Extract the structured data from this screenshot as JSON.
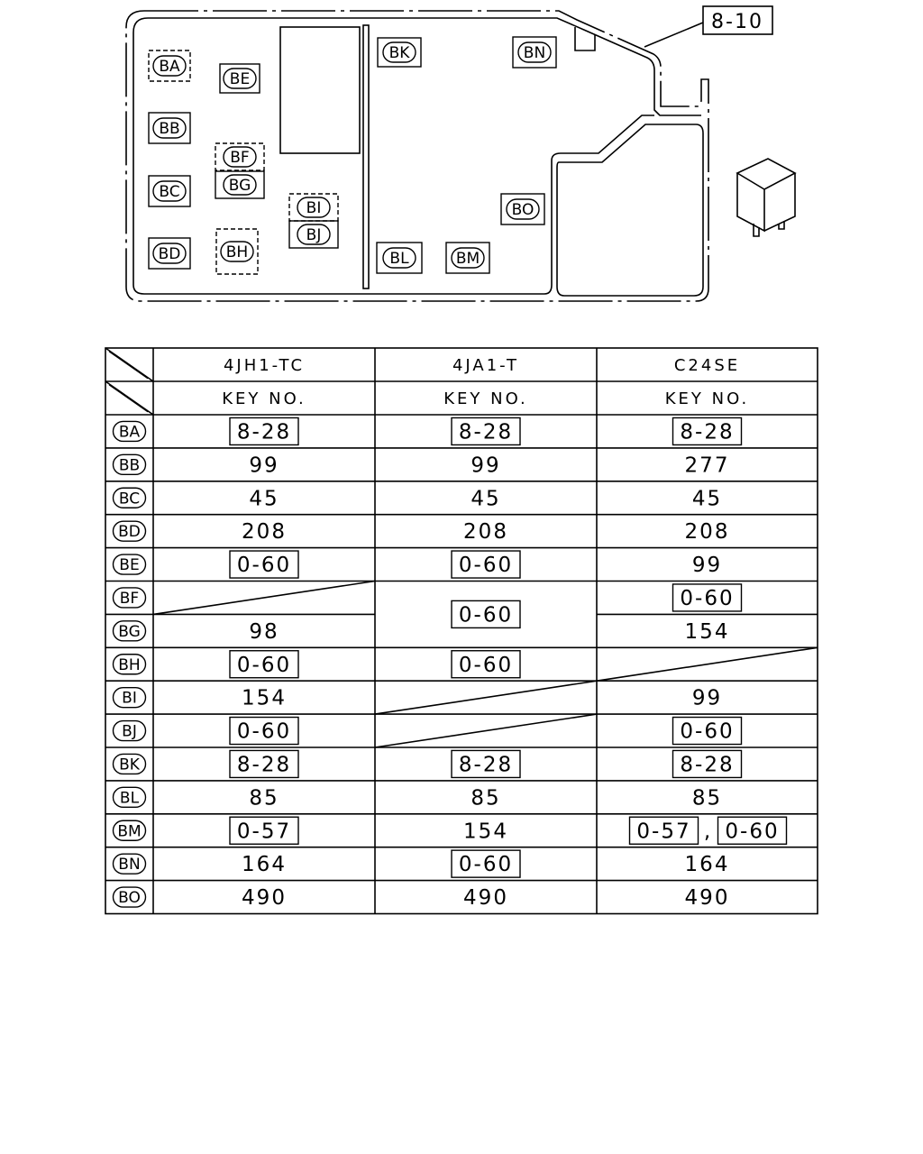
{
  "diagram": {
    "ref_label": "8-10",
    "labels": [
      "BA",
      "BB",
      "BC",
      "BD",
      "BE",
      "BF",
      "BG",
      "BH",
      "BI",
      "BJ",
      "BK",
      "BL",
      "BM",
      "BN",
      "BO"
    ]
  },
  "table": {
    "columns": [
      "4JH1-TC",
      "4JA1-T",
      "C24SE"
    ],
    "subheader": "KEY NO.",
    "rows": [
      {
        "label": "BA",
        "cells": [
          {
            "v": "8-28",
            "box": true
          },
          {
            "v": "8-28",
            "box": true
          },
          {
            "v": "8-28",
            "box": true
          }
        ]
      },
      {
        "label": "BB",
        "cells": [
          {
            "v": "99"
          },
          {
            "v": "99"
          },
          {
            "v": "277"
          }
        ]
      },
      {
        "label": "BC",
        "cells": [
          {
            "v": "45"
          },
          {
            "v": "45"
          },
          {
            "v": "45"
          }
        ]
      },
      {
        "label": "BD",
        "cells": [
          {
            "v": "208"
          },
          {
            "v": "208"
          },
          {
            "v": "208"
          }
        ]
      },
      {
        "label": "BE",
        "cells": [
          {
            "v": "0-60",
            "box": true
          },
          {
            "v": "0-60",
            "box": true
          },
          {
            "v": "99"
          }
        ]
      },
      {
        "label": "BF",
        "cells": [
          {
            "empty": true
          },
          {
            "v": "0-60",
            "box": true,
            "span": 2
          },
          {
            "v": "0-60",
            "box": true
          }
        ]
      },
      {
        "label": "BG",
        "cells": [
          {
            "v": "98"
          },
          null,
          {
            "v": "154"
          }
        ]
      },
      {
        "label": "BH",
        "cells": [
          {
            "v": "0-60",
            "box": true
          },
          {
            "v": "0-60",
            "box": true
          },
          {
            "empty": true
          }
        ]
      },
      {
        "label": "BI",
        "cells": [
          {
            "v": "154"
          },
          {
            "empty": true
          },
          {
            "v": "99"
          }
        ]
      },
      {
        "label": "BJ",
        "cells": [
          {
            "v": "0-60",
            "box": true
          },
          {
            "empty": true
          },
          {
            "v": "0-60",
            "box": true
          }
        ]
      },
      {
        "label": "BK",
        "cells": [
          {
            "v": "8-28",
            "box": true
          },
          {
            "v": "8-28",
            "box": true
          },
          {
            "v": "8-28",
            "box": true
          }
        ]
      },
      {
        "label": "BL",
        "cells": [
          {
            "v": "85"
          },
          {
            "v": "85"
          },
          {
            "v": "85"
          }
        ]
      },
      {
        "label": "BM",
        "cells": [
          {
            "v": "0-57",
            "box": true
          },
          {
            "v": "154"
          },
          {
            "multi": [
              {
                "v": "0-57",
                "box": true
              },
              {
                "v": "0-60",
                "box": true
              }
            ],
            "sep": ","
          }
        ]
      },
      {
        "label": "BN",
        "cells": [
          {
            "v": "164"
          },
          {
            "v": "0-60",
            "box": true
          },
          {
            "v": "164"
          }
        ]
      },
      {
        "label": "BO",
        "cells": [
          {
            "v": "490"
          },
          {
            "v": "490"
          },
          {
            "v": "490"
          }
        ]
      }
    ]
  }
}
